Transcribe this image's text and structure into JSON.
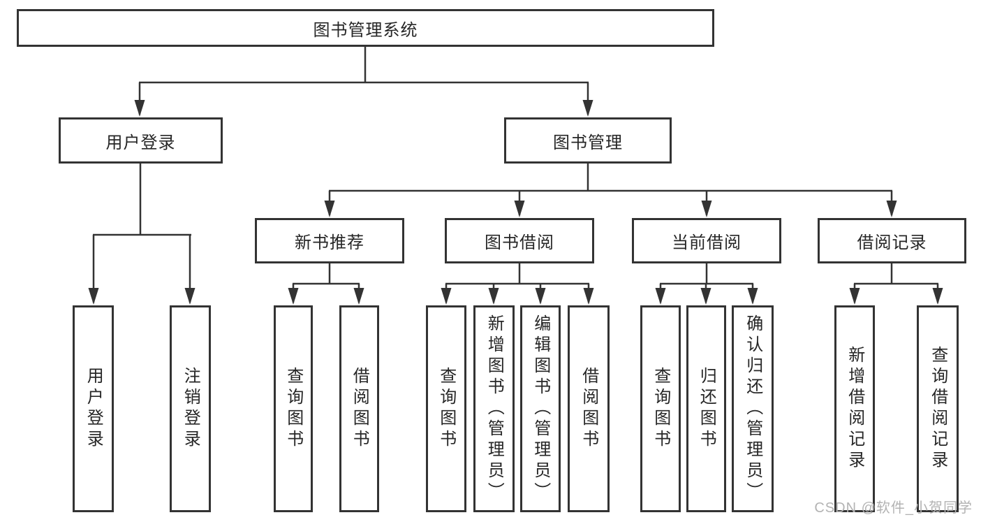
{
  "root": {
    "label": "图书管理系统"
  },
  "user_login": {
    "label": "用户登录",
    "children": [
      {
        "label": "用户登录"
      },
      {
        "label": "注销登录"
      }
    ]
  },
  "book_mgmt": {
    "label": "图书管理",
    "children": [
      {
        "label": "新书推荐",
        "children": [
          {
            "label": "查询图书"
          },
          {
            "label": "借阅图书"
          }
        ]
      },
      {
        "label": "图书借阅",
        "children": [
          {
            "label": "查询图书"
          },
          {
            "label": "新增图书（管理员）"
          },
          {
            "label": "编辑图书（管理员）"
          },
          {
            "label": "借阅图书"
          }
        ]
      },
      {
        "label": "当前借阅",
        "children": [
          {
            "label": "查询图书"
          },
          {
            "label": "归还图书"
          },
          {
            "label": "确认归还（管理员）"
          }
        ]
      },
      {
        "label": "借阅记录",
        "children": [
          {
            "label": "新增借阅记录"
          },
          {
            "label": "查询借阅记录"
          }
        ]
      }
    ]
  },
  "watermark": {
    "text": "CSDN @软件_小贺同学"
  },
  "colors": {
    "line": "#333333",
    "text": "#262626",
    "watermark": "#b3b3b3",
    "background": "#ffffff"
  }
}
